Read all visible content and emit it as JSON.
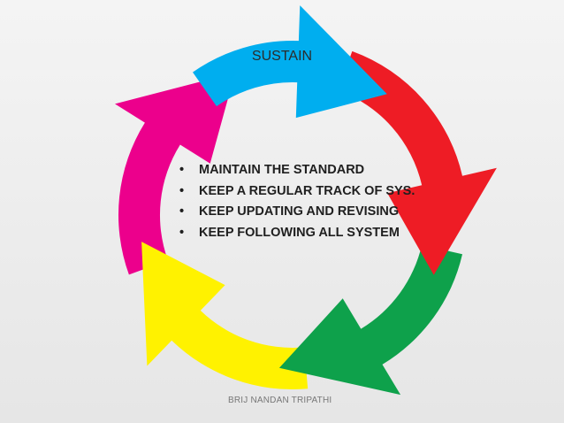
{
  "diagram": {
    "title": "SUSTAIN",
    "bullet_marker": "•",
    "bullets": [
      "MAINTAIN THE STANDARD",
      "KEEP A REGULAR TRACK OF SYS.",
      "KEEP UPDATING AND REVISING",
      "KEEP FOLLOWING ALL SYSTEM"
    ],
    "arrow_colors": {
      "red": "#ee1c25",
      "green": "#0ea14b",
      "yellow": "#fff200",
      "magenta": "#ec008c",
      "blue": "#00aeef"
    }
  },
  "footer": {
    "author": "BRIJ NANDAN TRIPATHI"
  }
}
